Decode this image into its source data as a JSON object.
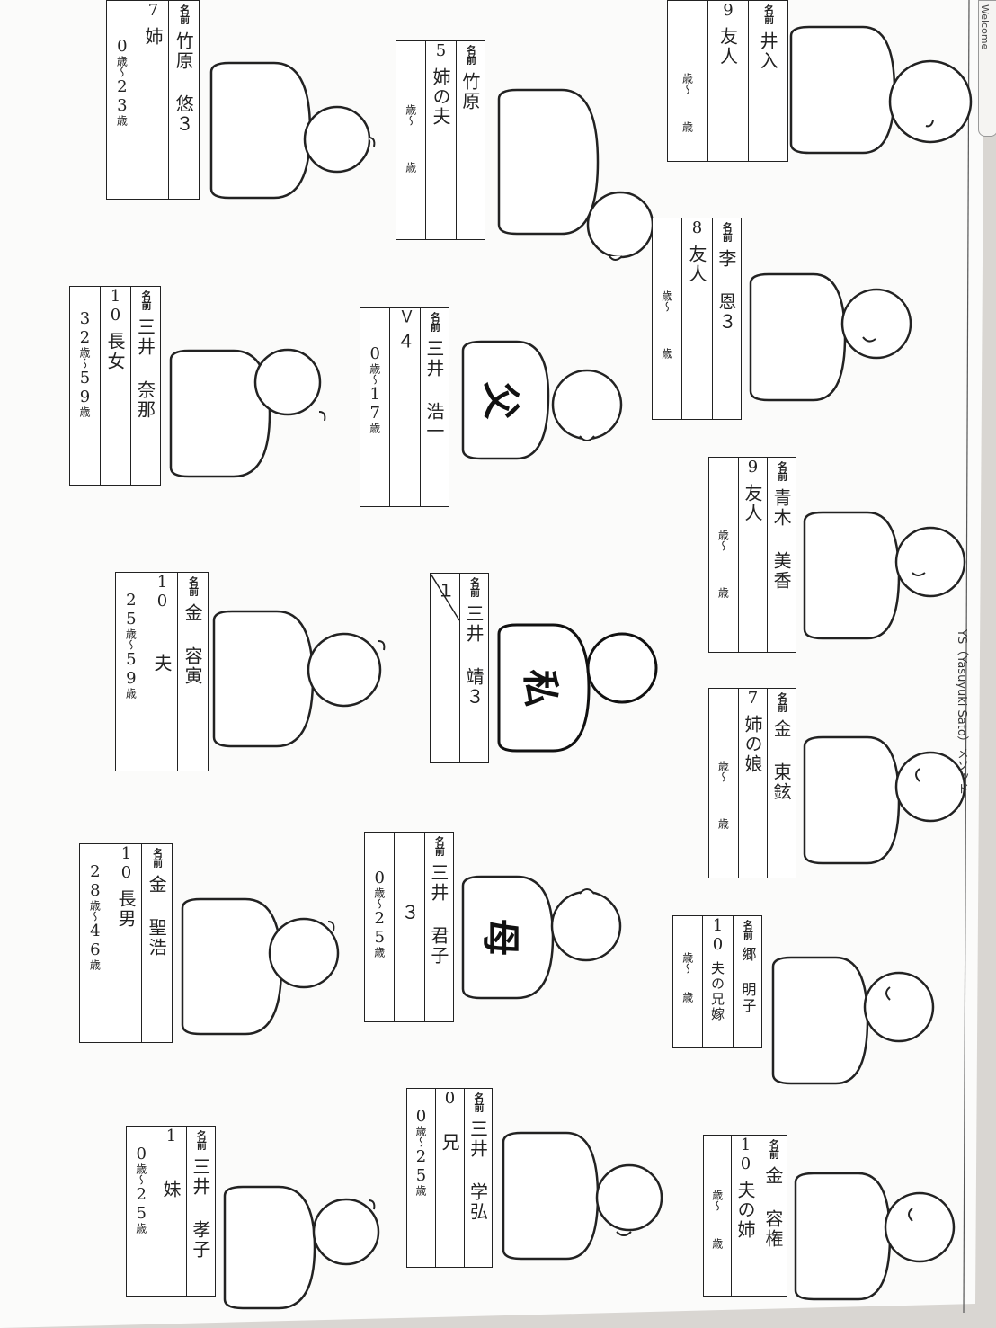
{
  "labels": {
    "name": "名前",
    "age": "歳",
    "range": "歳～"
  },
  "footer": "YS（Yasuyuki Sato）メソッド",
  "corner": "Welcome",
  "people": [
    {
      "id": "p1",
      "name": "井入",
      "rel": "友人",
      "score": "9",
      "age_from": "",
      "age_to": ""
    },
    {
      "id": "p2",
      "name": "竹原 悠３",
      "rel": "姉",
      "score": "7",
      "age_from": "0",
      "age_to": "23"
    },
    {
      "id": "p3",
      "name": "竹原",
      "rel": "姉の夫",
      "score": "5",
      "age_from": "",
      "age_to": ""
    },
    {
      "id": "p4",
      "name": "李 恩３",
      "rel": "友人",
      "score": "8",
      "age_from": "",
      "age_to": ""
    },
    {
      "id": "p5",
      "name": "三井 浩一",
      "rel": "４",
      "score": "Ｖ",
      "age_from": "0",
      "age_to": "17",
      "glyph": "父"
    },
    {
      "id": "p6",
      "name": "三井 奈那",
      "rel": "長女",
      "score": "10",
      "age_from": "32",
      "age_to": "59"
    },
    {
      "id": "p7",
      "name": "青木 美香",
      "rel": "友人",
      "score": "9",
      "age_from": "",
      "age_to": ""
    },
    {
      "id": "p8",
      "name": "三井 靖３",
      "rel": "１",
      "score": "",
      "age_from": "",
      "age_to": "",
      "glyph": "私"
    },
    {
      "id": "p9",
      "name": "金 容寅",
      "rel": "夫",
      "score": "10",
      "age_from": "25",
      "age_to": "59"
    },
    {
      "id": "p10",
      "name": "金 東鉉",
      "rel": "姉の娘",
      "score": "7",
      "age_from": "",
      "age_to": ""
    },
    {
      "id": "p11",
      "name": "三井 君子",
      "rel": "３",
      "score": "",
      "age_from": "0",
      "age_to": "25",
      "glyph": "母"
    },
    {
      "id": "p12",
      "name": "金 聖浩",
      "rel": "長男",
      "score": "10",
      "age_from": "28",
      "age_to": "46"
    },
    {
      "id": "p13",
      "name": "郷 明子",
      "rel": "夫の兄嫁",
      "score": "10",
      "age_from": "",
      "age_to": ""
    },
    {
      "id": "p14",
      "name": "三井 学弘",
      "rel": "兄",
      "score": "0",
      "age_from": "0",
      "age_to": "25"
    },
    {
      "id": "p15",
      "name": "金 容権",
      "rel": "夫の姉",
      "score": "10",
      "age_from": "",
      "age_to": ""
    },
    {
      "id": "p16",
      "name": "三井 孝子",
      "rel": "妹",
      "score": "1",
      "age_from": "0",
      "age_to": "25"
    }
  ]
}
